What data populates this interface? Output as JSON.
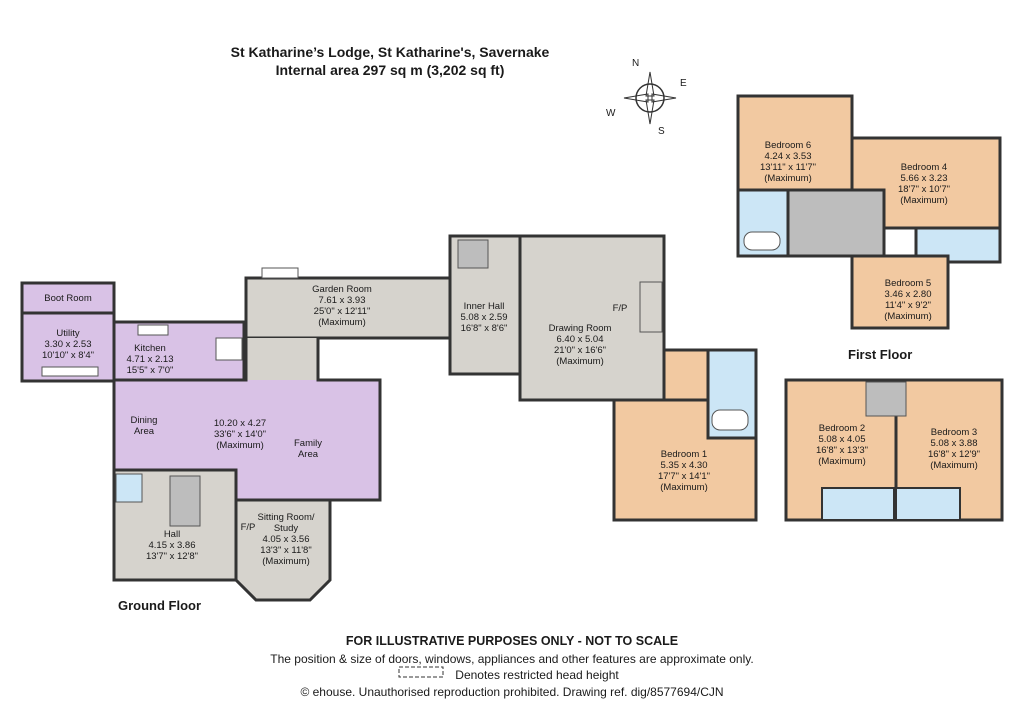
{
  "header": {
    "title": "St Katharine’s Lodge, St Katharine's, Savernake",
    "subtitle": "Internal area 297 sq m (3,202 sq ft)"
  },
  "compass": {
    "n": "N",
    "e": "E",
    "s": "S",
    "w": "W"
  },
  "colors": {
    "room_tan": "#f2c9a1",
    "living_purple": "#d9c2e6",
    "hall_grey": "#d6d3cd",
    "bath_blue": "#cce6f6",
    "stair_grey": "#bdbdbd",
    "wall": "#333333"
  },
  "floors": {
    "ground": "Ground Floor",
    "first": "First Floor"
  },
  "rooms": {
    "boot_room": {
      "name": "Boot Room"
    },
    "utility": {
      "name": "Utility",
      "metric": "3.30 x 2.53",
      "imperial": "10'10\" x 8'4\""
    },
    "kitchen": {
      "name": "Kitchen",
      "metric": "4.71 x 2.13",
      "imperial": "15'5\" x 7'0\""
    },
    "garden_room": {
      "name": "Garden Room",
      "metric": "7.61 x 3.93",
      "imperial": "25'0\" x 12'11\"",
      "note": "(Maximum)"
    },
    "inner_hall": {
      "name": "Inner Hall",
      "metric": "5.08 x 2.59",
      "imperial": "16'8\" x 8'6\""
    },
    "drawing_room": {
      "name": "Drawing Room",
      "metric": "6.40 x 5.04",
      "imperial": "21'0\" x 16'6\"",
      "note": "(Maximum)",
      "fp": "F/P"
    },
    "dining_area": {
      "name": "Dining",
      "name2": "Area"
    },
    "family_area": {
      "name": "Family",
      "name2": "Area"
    },
    "dining_family": {
      "metric": "10.20 x 4.27",
      "imperial": "33'6\" x 14'0\"",
      "note": "(Maximum)"
    },
    "hall": {
      "name": "Hall",
      "metric": "4.15 x 3.86",
      "imperial": "13'7\" x 12'8\""
    },
    "sitting_room": {
      "name": "Sitting Room/",
      "name2": "Study",
      "metric": "4.05 x 3.56",
      "imperial": "13'3\" x 11'8\"",
      "note": "(Maximum)",
      "fp": "F/P"
    },
    "bedroom1": {
      "name": "Bedroom 1",
      "metric": "5.35 x 4.30",
      "imperial": "17'7\" x 14'1\"",
      "note": "(Maximum)"
    },
    "bedroom2": {
      "name": "Bedroom 2",
      "metric": "5.08 x 4.05",
      "imperial": "16'8\" x 13'3\"",
      "note": "(Maximum)"
    },
    "bedroom3": {
      "name": "Bedroom 3",
      "metric": "5.08 x 3.88",
      "imperial": "16'8\" x 12'9\"",
      "note": "(Maximum)"
    },
    "bedroom4": {
      "name": "Bedroom 4",
      "metric": "5.66 x 3.23",
      "imperial": "18'7\" x 10'7\"",
      "note": "(Maximum)"
    },
    "bedroom5": {
      "name": "Bedroom 5",
      "metric": "3.46 x 2.80",
      "imperial": "11'4\" x 9'2\"",
      "note": "(Maximum)"
    },
    "bedroom6": {
      "name": "Bedroom 6",
      "metric": "4.24 x 3.53",
      "imperial": "13'11\" x 11'7\"",
      "note": "(Maximum)"
    }
  },
  "footer": {
    "line1": "FOR ILLUSTRATIVE PURPOSES ONLY - NOT TO SCALE",
    "line2": "The position & size of doors, windows, appliances and other features are approximate only.",
    "line3": "Denotes restricted head height",
    "line4": "© ehouse. Unauthorised reproduction prohibited. Drawing ref. dig/8577694/CJN"
  }
}
